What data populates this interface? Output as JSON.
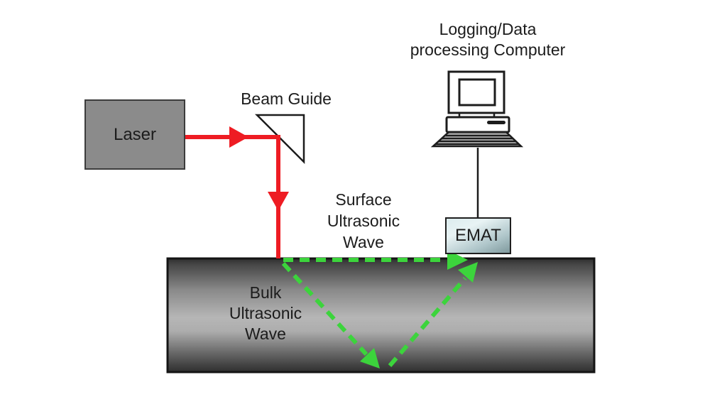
{
  "diagram": {
    "labels": {
      "laser": "Laser",
      "beam_guide": "Beam Guide",
      "computer": "Logging/Data\nprocessing Computer",
      "emat": "EMAT",
      "surface_wave": "Surface\nUltrasonic\nWave",
      "bulk_wave": "Bulk\nUltrasonic\nWave"
    },
    "icons": {
      "computer": "desktop-computer-icon",
      "beam_guide": "prism-mirror-triangle",
      "specimen": "pipe-cylinder"
    },
    "colors": {
      "laser_beam": "#ee1c23",
      "wave_green": "#3cd43c",
      "laser_box_fill": "#8b8b8b",
      "laser_box_border": "#3c3c3c",
      "emat_fill_light": "#dcecee",
      "emat_fill_dark": "#7f999d",
      "pipe_highlight": "#b6b6b6",
      "pipe_shadow": "#2e2e2e",
      "text_color": "#1c1c1c"
    }
  }
}
